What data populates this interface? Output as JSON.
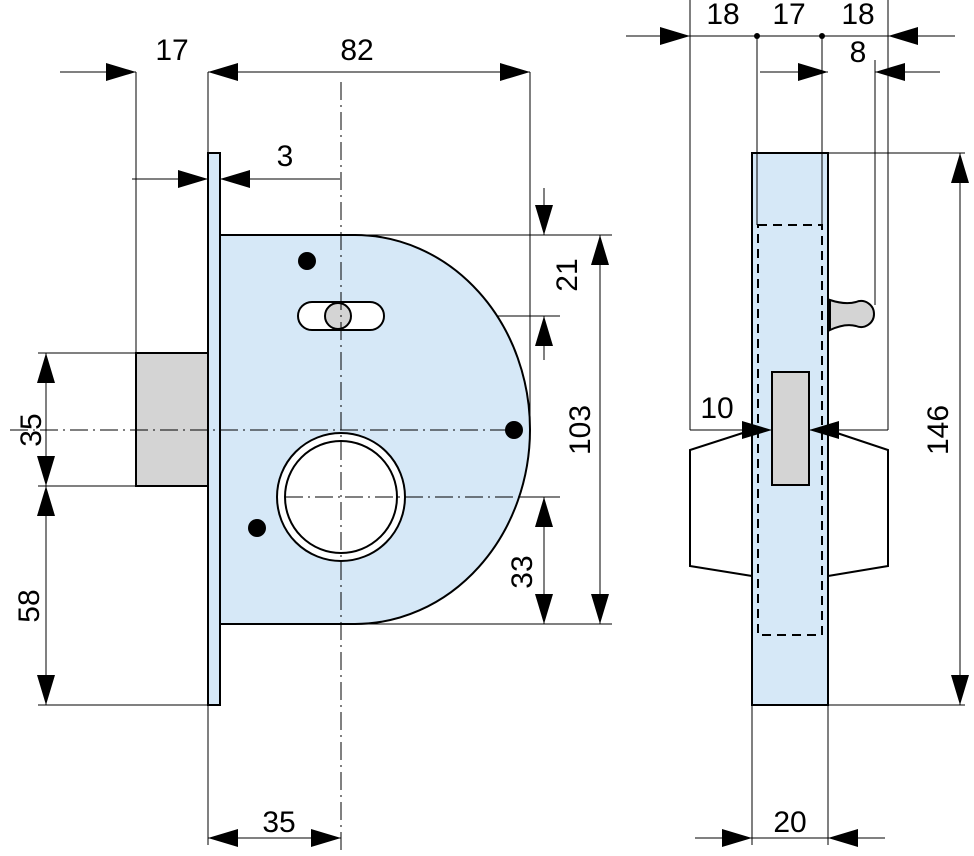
{
  "colors": {
    "body_fill": "#d6e8f7",
    "bolt_fill": "#d4d4d4",
    "line": "#000000",
    "background": "#ffffff"
  },
  "front_view": {
    "dimensions": {
      "bolt_throw": "17",
      "case_width": "82",
      "faceplate_thickness": "3",
      "top_to_follower": "21",
      "case_height": "103",
      "bolt_height": "35",
      "bottom_to_bolt": "58",
      "cylinder_to_bottom": "33",
      "backset": "35"
    }
  },
  "side_view": {
    "dimensions": {
      "left_offset": "18",
      "center_width": "17",
      "right_offset": "18",
      "knob_offset": "8",
      "slot_width": "10",
      "faceplate_height": "146",
      "case_depth": "20"
    }
  }
}
